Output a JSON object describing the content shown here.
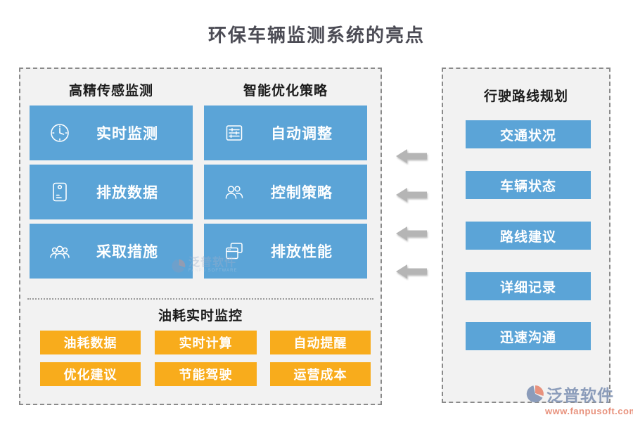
{
  "title": "环保车辆监测系统的亮点",
  "left_panel": {
    "columns": [
      {
        "header": "高精传感监测",
        "items": [
          {
            "icon": "clock-icon",
            "label": "实时监测"
          },
          {
            "icon": "envelope-icon",
            "label": "排放数据"
          },
          {
            "icon": "people-group-icon",
            "label": "采取措施"
          }
        ]
      },
      {
        "header": "智能优化策略",
        "items": [
          {
            "icon": "form-sliders-icon",
            "label": "自动调整"
          },
          {
            "icon": "two-people-icon",
            "label": "控制策略"
          },
          {
            "icon": "windows-icon",
            "label": "排放性能"
          }
        ]
      }
    ],
    "fuel_section": {
      "header": "油耗实时监控",
      "buttons": [
        "油耗数据",
        "实时计算",
        "自动提醒",
        "优化建议",
        "节能驾驶",
        "运营成本"
      ]
    }
  },
  "right_panel": {
    "header": "行驶路线规划",
    "buttons": [
      "交通状况",
      "车辆状态",
      "路线建议",
      "详细记录",
      "迅速沟通"
    ]
  },
  "arrows": {
    "direction": "left",
    "count": 4
  },
  "watermark": {
    "brand": "泛普软件",
    "brand_sub": "FANPU SOFTWARE"
  },
  "logo": {
    "brand": "泛普软件",
    "url": "www.fanpusoft.com"
  },
  "colors": {
    "node_blue": "#5ba4d7",
    "node_orange": "#f8ac1c",
    "panel_bg": "#f2f2f2",
    "panel_border": "#8a8a8a",
    "arrow_gray": "#b5b5b5",
    "title_text": "#4c4c55",
    "header_text": "#1b1b1b",
    "logo_blue": "#8b9cba",
    "logo_salmon": "#e8927d"
  }
}
